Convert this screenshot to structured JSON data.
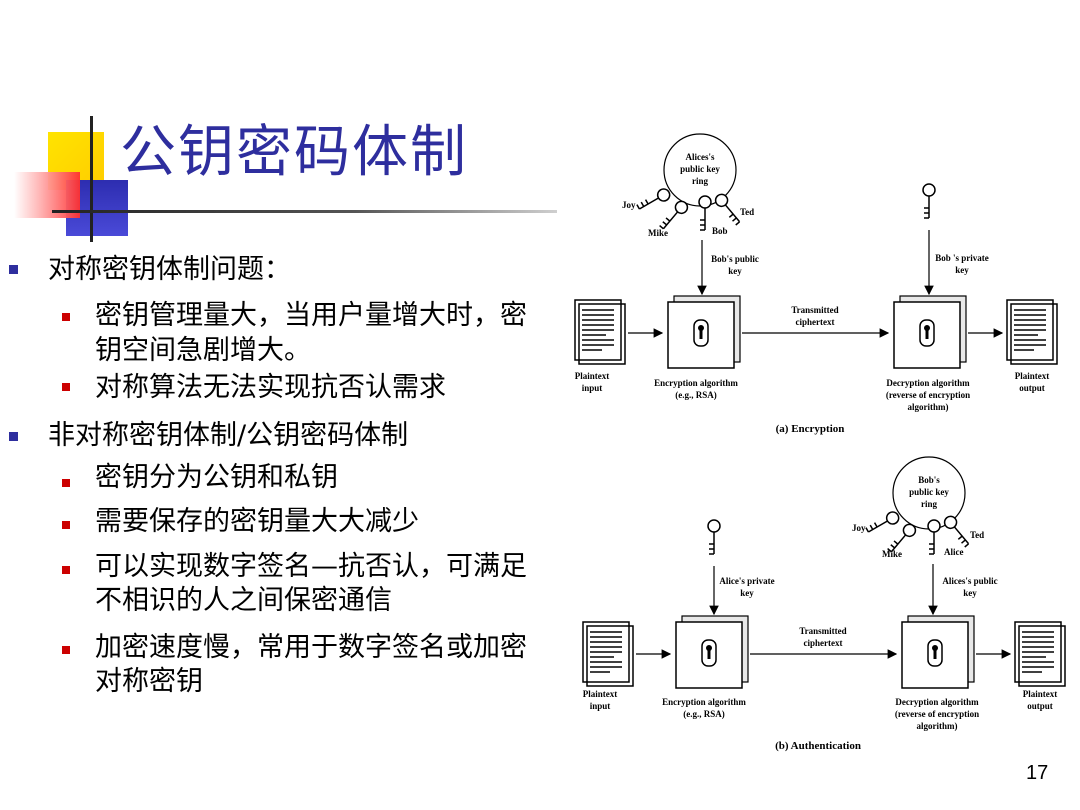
{
  "slide": {
    "title": "公钥密码体制",
    "page_number": "17"
  },
  "bullets": [
    {
      "level": 1,
      "text": "对称密钥体制问题："
    },
    {
      "level": 2,
      "lines": [
        "密钥管理量大，当用户量增大时，密",
        "钥空间急剧增大。"
      ]
    },
    {
      "level": 2,
      "text": "对称算法无法实现抗否认需求"
    },
    {
      "level": 1,
      "text": "非对称密钥体制/公钥密码体制"
    },
    {
      "level": 2,
      "text": "密钥分为公钥和私钥"
    },
    {
      "level": 2,
      "text": "需要保存的密钥量大大减少"
    },
    {
      "level": 2,
      "lines": [
        "可以实现数字签名—抗否认，可满足",
        "不相识的人之间保密通信"
      ]
    },
    {
      "level": 2,
      "lines": [
        "加密速度慢，常用于数字签名或加密",
        "对称密钥"
      ]
    }
  ],
  "diagram_a": {
    "ring_label": [
      "Alices's",
      "public key",
      "ring"
    ],
    "names": [
      "Joy",
      "Ted",
      "Mike",
      "Bob"
    ],
    "pub_key_label": [
      "Bob's public",
      "key"
    ],
    "priv_key_label": [
      "Bob 's private",
      "key"
    ],
    "transmitted": [
      "Transmitted",
      "ciphertext"
    ],
    "plain_in": [
      "Plaintext",
      "input"
    ],
    "enc_alg": [
      "Encryption algorithm",
      "(e.g., RSA)"
    ],
    "dec_alg": [
      "Decryption algorithm",
      "(reverse of encryption",
      "algorithm)"
    ],
    "plain_out": [
      "Plaintext",
      "output"
    ],
    "caption": "(a) Encryption"
  },
  "diagram_b": {
    "ring_label": [
      "Bob's",
      "public key",
      "ring"
    ],
    "names": [
      "Joy",
      "Ted",
      "Mike",
      "Alice"
    ],
    "priv_key_label": [
      "Alice's private",
      "key"
    ],
    "pub_key_label": [
      "Alices's public",
      "key"
    ],
    "transmitted": [
      "Transmitted",
      "ciphertext"
    ],
    "plain_in": [
      "Plaintext",
      "input"
    ],
    "enc_alg": [
      "Encryption algorithm",
      "(e.g., RSA)"
    ],
    "dec_alg": [
      "Decryption algorithm",
      "(reverse of encryption",
      "algorithm)"
    ],
    "plain_out": [
      "Plaintext",
      "output"
    ],
    "caption": "(b) Authentication"
  },
  "colors": {
    "title": "#2e2e9e",
    "bullet1": "#2e2e9e",
    "bullet2": "#cc0000"
  }
}
